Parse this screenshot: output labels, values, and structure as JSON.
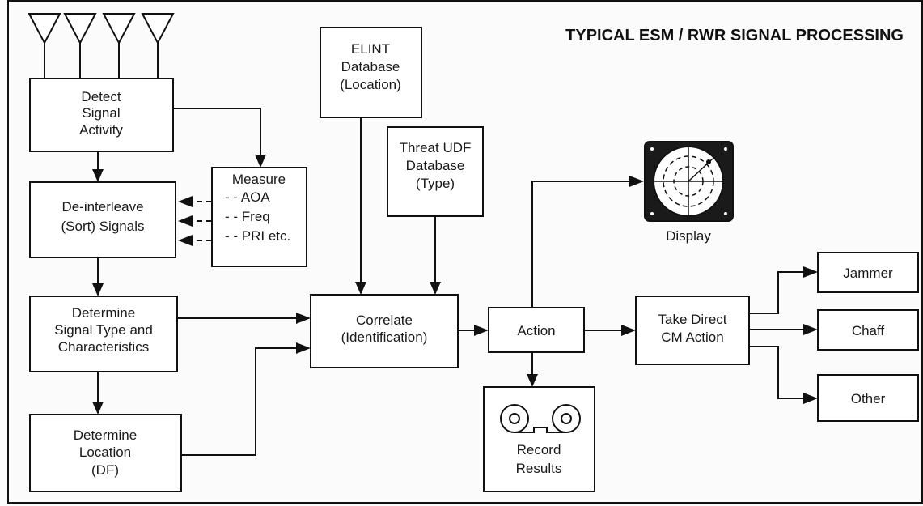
{
  "title": "TYPICAL ESM / RWR SIGNAL PROCESSING",
  "blocks": {
    "detect": [
      "Detect",
      "Signal",
      "Activity"
    ],
    "measure": [
      "Measure",
      "- - AOA",
      "- - Freq",
      "- - PRI etc."
    ],
    "deinterleave": [
      "De-interleave",
      "(Sort) Signals"
    ],
    "determine_type": [
      "Determine",
      "Signal Type and",
      "Characteristics"
    ],
    "determine_location": [
      "Determine",
      "Location",
      "(DF)"
    ],
    "elint": [
      "ELINT",
      "Database",
      "(Location)"
    ],
    "threat": [
      "Threat UDF",
      "Database",
      "(Type)"
    ],
    "correlate": [
      "Correlate",
      "(Identification)"
    ],
    "action": [
      "Action"
    ],
    "display": [
      "Display"
    ],
    "record": [
      "Record",
      "Results"
    ],
    "take_cm": [
      "Take Direct",
      "CM Action"
    ],
    "jammer": [
      "Jammer"
    ],
    "chaff": [
      "Chaff"
    ],
    "other": [
      "Other"
    ]
  }
}
